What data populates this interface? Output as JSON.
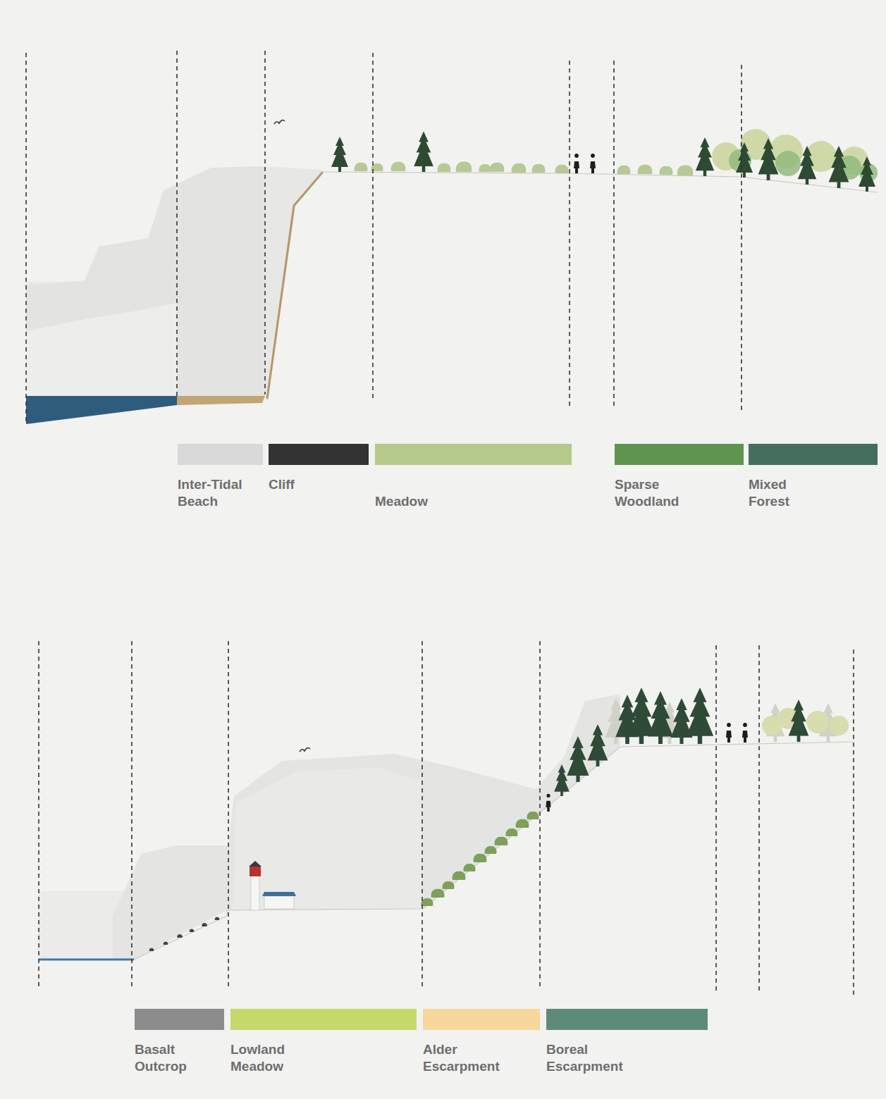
{
  "diagram": {
    "legend": [
      {
        "text": "Inter-Tidal Beach",
        "color": "#d9d9d9"
      },
      {
        "text": "Cliff",
        "color": "#333333"
      },
      {
        "text": "Meadow",
        "color": "#b5c98a"
      },
      {
        "text": "Sparse Woodland",
        "color": "#5f9450"
      },
      {
        "text": "Mixed Forest",
        "color": "#456e5d"
      },
      {
        "text": "Basalt Outcrop",
        "color": "#8c8c8c"
      },
      {
        "text": "Lowland Meadow",
        "color": "#c5d86a"
      },
      {
        "text": "Alder Escarpment",
        "color": "#f7d79b"
      },
      {
        "text": "Boreal Escarpment",
        "color": "#5e8b79"
      }
    ]
  }
}
